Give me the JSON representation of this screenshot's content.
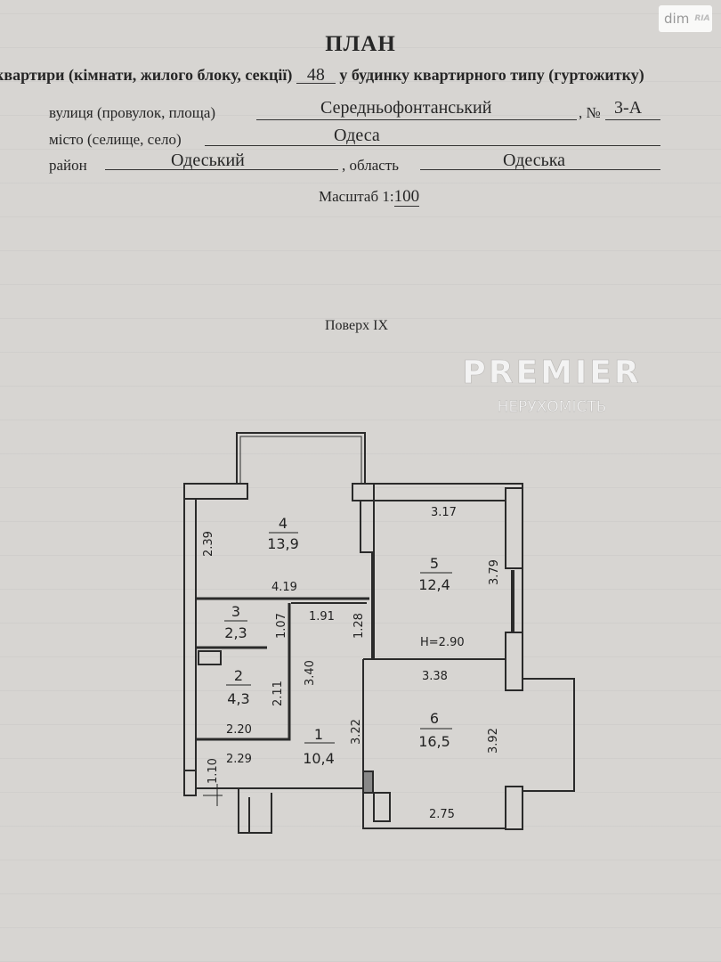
{
  "badge": {
    "brand": "dim",
    "sub": "RIA"
  },
  "header": {
    "title": "ПЛАН",
    "line_prefix": "квартири (кімнати, жилого блоку, секції)",
    "apartment_no": "48",
    "line_suffix": "у будинку квартирного типу (гуртожитку)",
    "street_label": "вулиця (провулок, площа)",
    "street_value": "Середньофонтанський",
    "number_label": ", №",
    "number_value": "3-А",
    "city_label": "місто (селище, село)",
    "city_value": "Одеса",
    "district_label": "район",
    "district_value": "Одеський",
    "region_label": ", область",
    "region_value": "Одеська",
    "scale_label": "Масштаб 1:",
    "scale_value": "100"
  },
  "floor_label": "Поверх IX",
  "plan": {
    "rooms": [
      {
        "no": "1",
        "area": "10,4"
      },
      {
        "no": "2",
        "area": "4,3"
      },
      {
        "no": "3",
        "area": "2,3"
      },
      {
        "no": "4",
        "area": "13,9"
      },
      {
        "no": "5",
        "area": "12,4"
      },
      {
        "no": "6",
        "area": "16,5"
      }
    ],
    "dims": [
      "2.39",
      "4.19",
      "3.17",
      "3.79",
      "1.91",
      "1.07",
      "1.28",
      "2.90",
      "3.38",
      "3.40",
      "2.11",
      "2.20",
      "2.29",
      "3.22",
      "3.92",
      "1.10",
      "2.75"
    ],
    "height_prefix": "H=",
    "watermark": {
      "brand": "PREMIER",
      "sub": "НЕРУХОМІСТЬ"
    }
  }
}
